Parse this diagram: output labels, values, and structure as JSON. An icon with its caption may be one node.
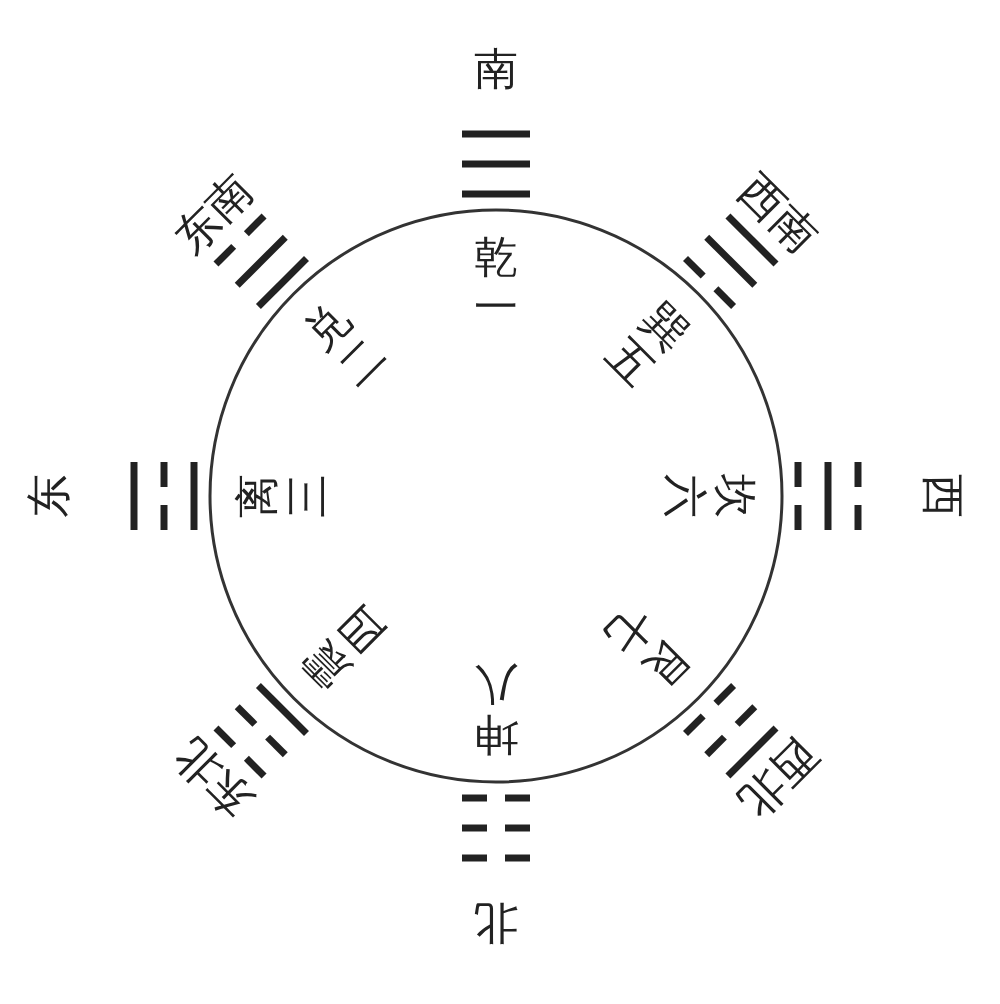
{
  "diagram": {
    "labels": [
      "南",
      "东南",
      "西南",
      "乾一",
      "兑二",
      "巽五",
      "东",
      "离三",
      "坎六",
      "西",
      "震四",
      "艮七",
      "坤八",
      "东北",
      "西北",
      "北"
    ]
  }
}
